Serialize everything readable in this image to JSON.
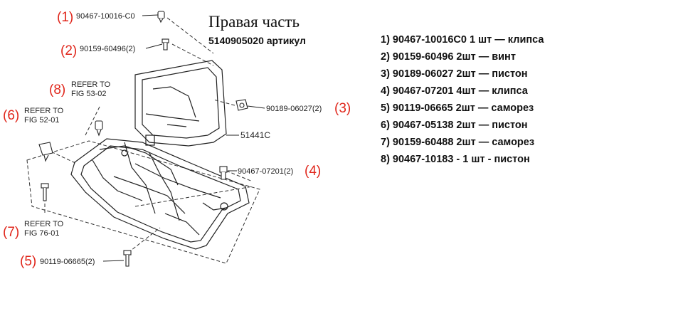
{
  "heading": {
    "title": "Правая часть",
    "article": "5140905020 артикул"
  },
  "parts_list": [
    "1) 90467-10016C0 1 шт — клипса",
    "2) 90159-60496 2шт — винт",
    "3) 90189-06027 2шт — пистон",
    "4) 90467-07201 4шт — клипса",
    "5) 90119-06665 2шт — саморез",
    "6) 90467-05138 2шт — пистон",
    "7) 90159-60488 2шт — саморез",
    "8) 90467-10183 - 1 шт - пистон"
  ],
  "diagram": {
    "callouts": [
      {
        "num": "(1)",
        "part": "90467-10016-C0"
      },
      {
        "num": "(2)",
        "part": "90159-60496(2)"
      },
      {
        "num": "(3)",
        "part": "90189-06027(2)"
      },
      {
        "num": "(4)",
        "part": "90467-07201(2)"
      },
      {
        "num": "(5)",
        "part": "90119-06665(2)"
      },
      {
        "num": "(6)",
        "part": ""
      },
      {
        "num": "(7)",
        "part": ""
      },
      {
        "num": "(8)",
        "part": ""
      }
    ],
    "main_part": "51441C",
    "refers": [
      {
        "line1": "REFER TO",
        "line2": "FIG 53-02"
      },
      {
        "line1": "REFER TO",
        "line2": "FIG 52-01"
      },
      {
        "line1": "REFER TO",
        "line2": "FIG 76-01"
      }
    ],
    "colors": {
      "callout_number": "#e0261b",
      "line_art": "#222222"
    }
  }
}
